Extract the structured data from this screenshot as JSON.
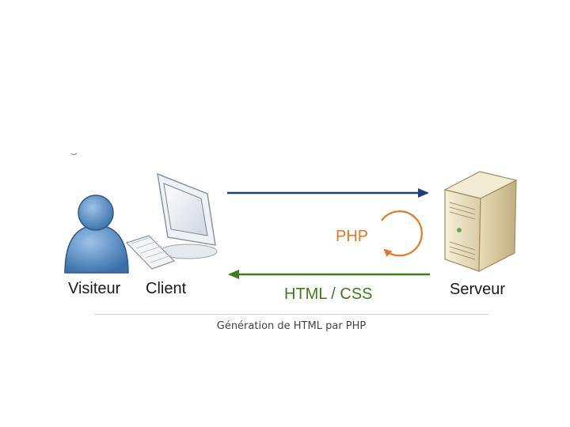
{
  "diagram": {
    "visitor_label": "Visiteur",
    "client_label": "Client",
    "server_label": "Serveur",
    "php_label": "PHP",
    "response_label": "HTML / CSS",
    "caption": "Génération de HTML par PHP"
  },
  "colors": {
    "request_arrow": "#1f3f7a",
    "response_arrow": "#3f7a1c",
    "php_cycle": "#e07a1f",
    "visitor_body": "#5b8fc7",
    "server_body": "#efe6c8"
  }
}
